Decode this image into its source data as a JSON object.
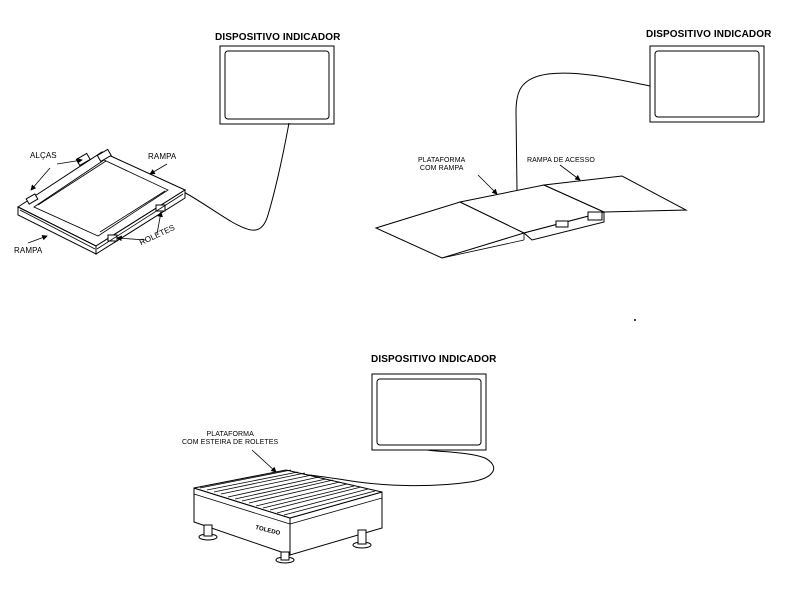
{
  "diagram": {
    "top_left": {
      "indicator_label": "DISPOSITIVO INDICADOR",
      "handles_label": "ALÇAS",
      "ramp_right_label": "RAMPA",
      "ramp_left_label": "RAMPA",
      "rollers_label": "ROLETES"
    },
    "top_right": {
      "indicator_label": "DISPOSITIVO INDICADOR",
      "platform_label_line1": "PLATAFORMA",
      "platform_label_line2": "COM RAMPA",
      "access_ramp_label": "RAMPA DE ACESSO"
    },
    "bottom": {
      "indicator_label": "DISPOSITIVO INDICADOR",
      "platform_label_line1": "PLATAFORMA",
      "platform_label_line2": "COM ESTEIRA DE ROLETES",
      "brand_label": "TOLEDO"
    }
  }
}
